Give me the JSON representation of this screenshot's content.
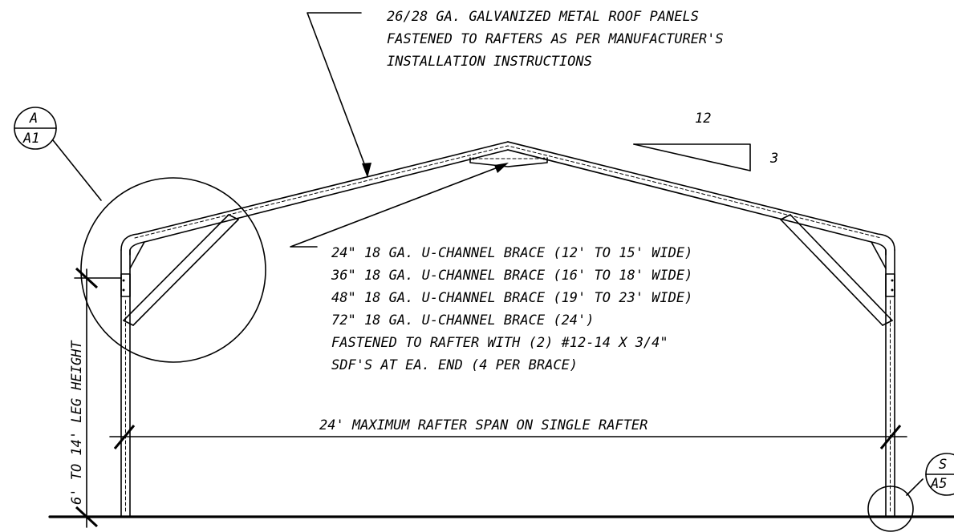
{
  "notes": {
    "roof_panels": [
      "26/28 GA. GALVANIZED METAL ROOF PANELS",
      "FASTENED TO RAFTERS AS PER MANUFACTURER'S",
      "INSTALLATION INSTRUCTIONS"
    ],
    "brace": [
      "24\" 18 GA. U-CHANNEL BRACE (12' TO 15' WIDE)",
      "36\" 18 GA. U-CHANNEL BRACE (16' TO 18' WIDE)",
      "48\" 18 GA. U-CHANNEL BRACE (19' TO 23' WIDE)",
      "72\" 18 GA. U-CHANNEL BRACE (24')",
      "FASTENED TO RAFTER WITH (2) #12-14 X 3/4\"",
      "SDF'S AT EA. END (4 PER BRACE)"
    ]
  },
  "pitch": {
    "run": "12",
    "rise": "3"
  },
  "dimensions": {
    "rafter_span": "24' MAXIMUM RAFTER SPAN ON SINGLE RAFTER",
    "leg_height": "6' TO 14' LEG HEIGHT"
  },
  "callouts": {
    "detail_a": {
      "top": "A",
      "bottom": "A1"
    },
    "detail_s": {
      "top": "S",
      "bottom": "A5"
    }
  }
}
